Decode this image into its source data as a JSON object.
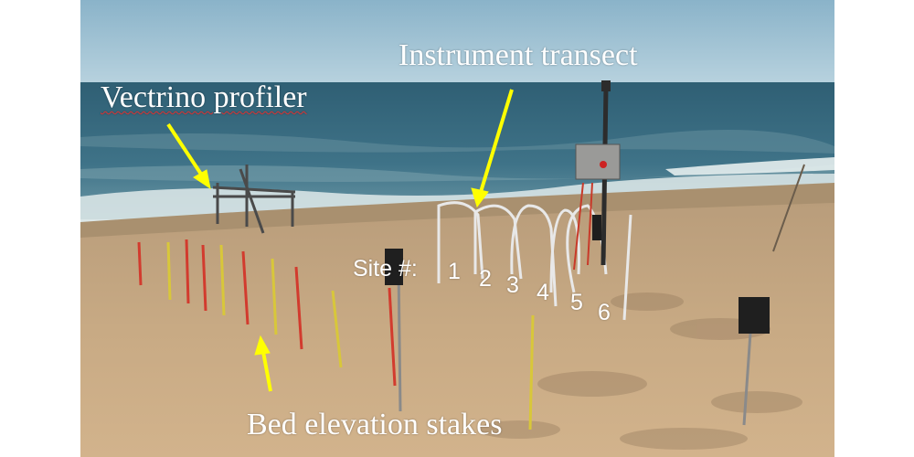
{
  "annotations": {
    "vectrino": "Vectrino profiler",
    "transect": "Instrument transect",
    "stakes": "Bed elevation stakes",
    "site_label": "Site #:",
    "sites": [
      "1",
      "2",
      "3",
      "4",
      "5",
      "6"
    ]
  },
  "colors": {
    "arrow": "#ffff00",
    "label_text": "#ffffff",
    "sky": "#9ec3d6",
    "ocean": "#3d6c80",
    "sand": "#c9ab84"
  }
}
